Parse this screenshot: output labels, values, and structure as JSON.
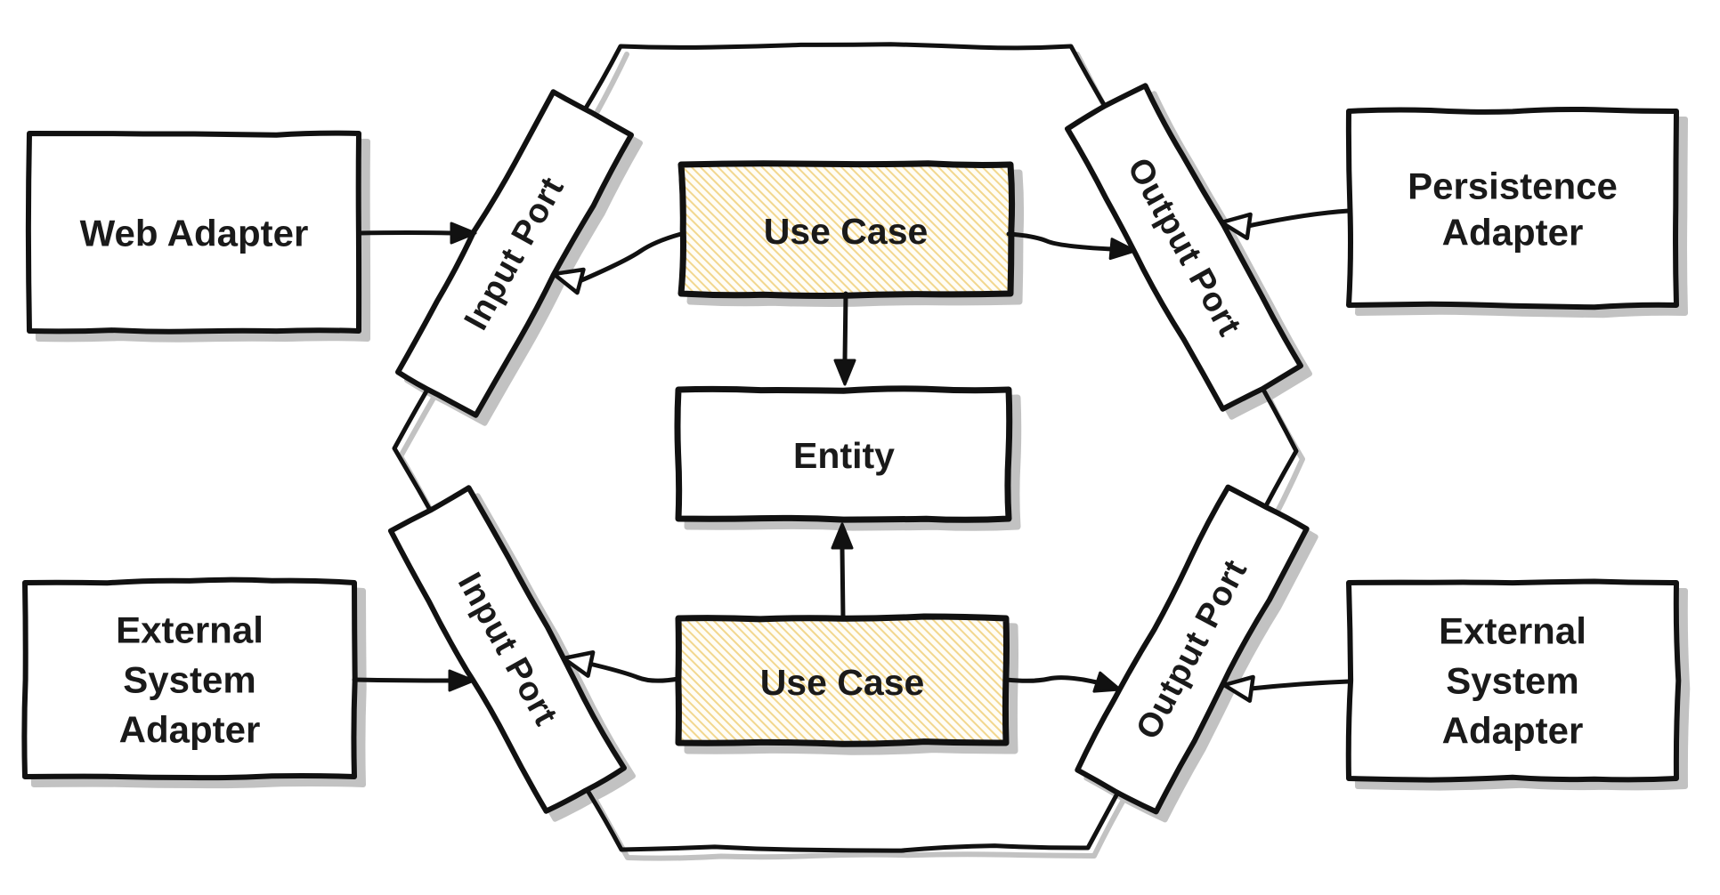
{
  "diagram": {
    "kind": "hexagonal-architecture",
    "shape": "hexagon"
  },
  "colors": {
    "background": "#ffffff",
    "stroke": "#111111",
    "text": "#1a1a1a",
    "shadow": "#c2c2c2",
    "use_case_base": "#fffdf6",
    "hatch": "#f2d78e",
    "box_fill": "#ffffff"
  },
  "nodes": {
    "web_adapter": {
      "label": "Web Adapter"
    },
    "persistence_adapter": {
      "lines": [
        "Persistence",
        "Adapter"
      ]
    },
    "external_system_adapter_left": {
      "lines": [
        "External",
        "System",
        "Adapter"
      ]
    },
    "external_system_adapter_right": {
      "lines": [
        "External",
        "System",
        "Adapter"
      ]
    },
    "input_port_top": {
      "label": "Input Port"
    },
    "input_port_bottom": {
      "label": "Input Port"
    },
    "output_port_top": {
      "label": "Output Port"
    },
    "output_port_bottom": {
      "label": "Output Port"
    },
    "use_case_top": {
      "label": "Use Case"
    },
    "use_case_bottom": {
      "label": "Use Case"
    },
    "entity": {
      "label": "Entity"
    }
  },
  "edges": [
    {
      "from": "web_adapter",
      "to": "input_port_top",
      "head": "solid"
    },
    {
      "from": "use_case_top",
      "to": "input_port_top",
      "head": "open"
    },
    {
      "from": "use_case_top",
      "to": "output_port_top",
      "head": "solid"
    },
    {
      "from": "persistence_adapter",
      "to": "output_port_top",
      "head": "open"
    },
    {
      "from": "use_case_top",
      "to": "entity",
      "head": "solid"
    },
    {
      "from": "use_case_bottom",
      "to": "entity",
      "head": "solid"
    },
    {
      "from": "external_system_adapter_left",
      "to": "input_port_bottom",
      "head": "solid"
    },
    {
      "from": "use_case_bottom",
      "to": "input_port_bottom",
      "head": "open"
    },
    {
      "from": "use_case_bottom",
      "to": "output_port_bottom",
      "head": "solid"
    },
    {
      "from": "external_system_adapter_right",
      "to": "output_port_bottom",
      "head": "open"
    }
  ]
}
